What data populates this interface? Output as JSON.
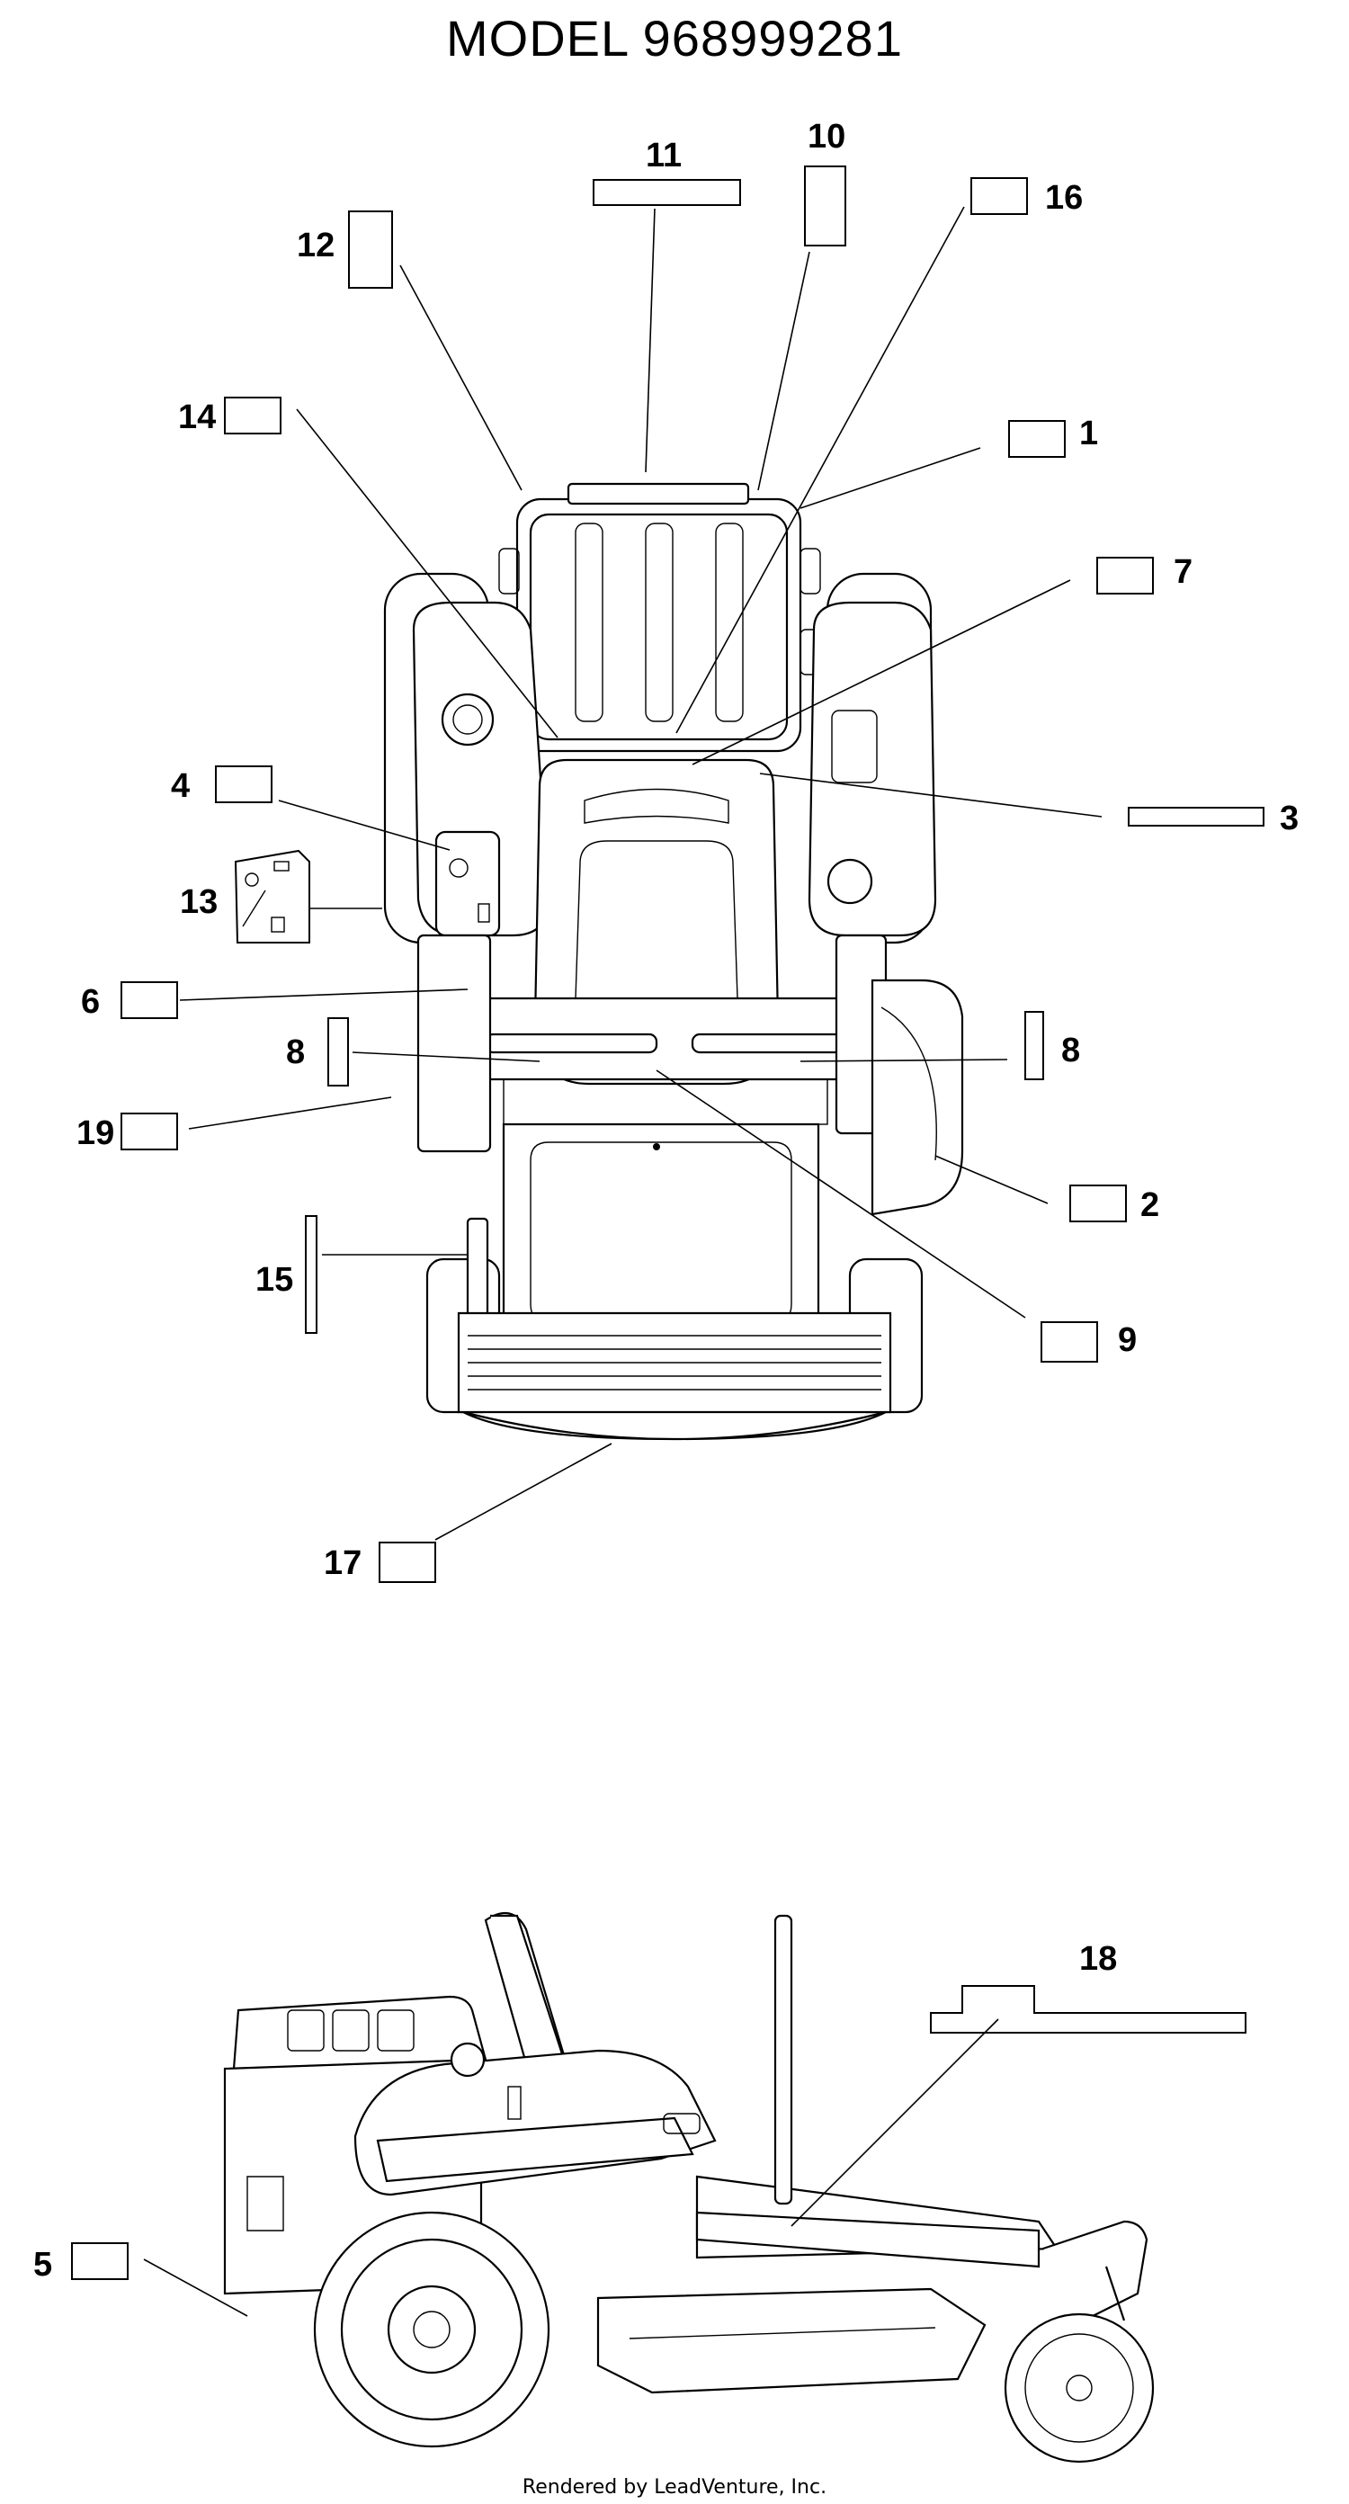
{
  "title": "MODEL 968999281",
  "footer": "Rendered by LeadVenture, Inc.",
  "labels": {
    "l1": "1",
    "l2": "2",
    "l3": "3",
    "l4": "4",
    "l5": "5",
    "l6": "6",
    "l7": "7",
    "l8a": "8",
    "l8b": "8",
    "l9": "9",
    "l10": "10",
    "l11": "11",
    "l12": "12",
    "l13": "13",
    "l14": "14",
    "l15": "15",
    "l16": "16",
    "l17": "17",
    "l18": "18",
    "l19": "19"
  }
}
